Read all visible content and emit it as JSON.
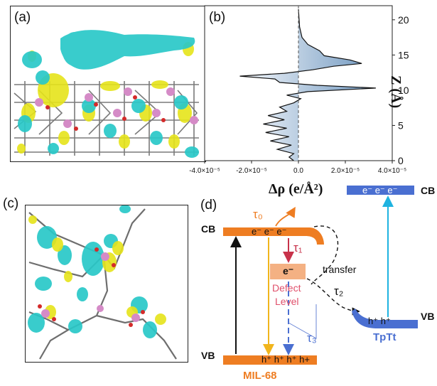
{
  "panels": {
    "a": {
      "label": "(a)"
    },
    "b": {
      "label": "(b)"
    },
    "c": {
      "label": "(c)"
    },
    "d": {
      "label": "(d)"
    }
  },
  "chart_data": {
    "type": "area",
    "orientation": "horizontal-profile",
    "xlabel": "Δρ (e/Å²)",
    "ylabel": "Z (Å)",
    "xlim": [
      -4e-05,
      4e-05
    ],
    "ylim": [
      0,
      22
    ],
    "x_ticks": [
      "-4.0×10⁻⁵",
      "-2.0×10⁻⁵",
      "0.0",
      "2.0×10⁻⁵",
      "4.0×10⁻⁵"
    ],
    "y_ticks": [
      "0",
      "5",
      "10",
      "15",
      "20"
    ],
    "profile": [
      {
        "z": 0.0,
        "drho": -2e-06
      },
      {
        "z": 0.5,
        "drho": -4e-06
      },
      {
        "z": 1.0,
        "drho": -2e-06
      },
      {
        "z": 1.6,
        "drho": -9e-06
      },
      {
        "z": 2.2,
        "drho": -3e-06
      },
      {
        "z": 2.8,
        "drho": -1.2e-05
      },
      {
        "z": 3.4,
        "drho": -4e-06
      },
      {
        "z": 4.0,
        "drho": -1.4e-05
      },
      {
        "z": 4.6,
        "drho": -5e-06
      },
      {
        "z": 5.2,
        "drho": -1.5e-05
      },
      {
        "z": 5.8,
        "drho": -6e-06
      },
      {
        "z": 6.4,
        "drho": -1.3e-05
      },
      {
        "z": 7.0,
        "drho": -5e-06
      },
      {
        "z": 7.6,
        "drho": -8e-06
      },
      {
        "z": 8.2,
        "drho": -2e-06
      },
      {
        "z": 8.8,
        "drho": 1e-06
      },
      {
        "z": 9.3,
        "drho": -5e-06
      },
      {
        "z": 9.8,
        "drho": 4e-06
      },
      {
        "z": 10.3,
        "drho": 3.3e-05
      },
      {
        "z": 10.7,
        "drho": 8e-06
      },
      {
        "z": 11.1,
        "drho": -8e-06
      },
      {
        "z": 11.6,
        "drho": -1e-05
      },
      {
        "z": 12.0,
        "drho": -2.5e-05
      },
      {
        "z": 12.4,
        "drho": -6e-06
      },
      {
        "z": 12.9,
        "drho": 6e-06
      },
      {
        "z": 13.4,
        "drho": 1.5e-05
      },
      {
        "z": 13.8,
        "drho": 2.7e-05
      },
      {
        "z": 14.3,
        "drho": 2.2e-05
      },
      {
        "z": 14.9,
        "drho": 1.1e-05
      },
      {
        "z": 15.6,
        "drho": 9e-06
      },
      {
        "z": 16.5,
        "drho": 4e-06
      },
      {
        "z": 17.5,
        "drho": 1.5e-06
      },
      {
        "z": 19.0,
        "drho": 5e-07
      },
      {
        "z": 21.5,
        "drho": 0.0
      }
    ]
  },
  "diagram": {
    "left": {
      "cb_label": "CB",
      "vb_label": "VB",
      "cb_electrons": "e⁻ e⁻ e⁻",
      "vb_holes": "h⁺ h⁺ h⁺ h+",
      "material": "MIL-68",
      "tau0": "τ₀",
      "tau1": "τ₁",
      "tau3": "τ₃",
      "defect_electron": "e⁻",
      "defect_label_1": "Defect",
      "defect_label_2": "Level",
      "transfer": "transfer",
      "tau2": "τ₂"
    },
    "right": {
      "cb_label": "CB",
      "vb_label": "VB",
      "cb_electrons": "e⁻ e⁻ e⁻",
      "vb_holes": "h⁺ h⁺",
      "material": "TpTt"
    },
    "colors": {
      "mil_band": "#ee7d22",
      "tptt_band": "#4a6fd1",
      "defect_box": "#f4b183",
      "defect_text": "#e0506b",
      "tau1_arrow": "#c8324a",
      "vb_arrow_left": "#f1b51c",
      "tptt_arrow": "#1fb3e0",
      "tau3_color": "#4a6fd1"
    }
  }
}
